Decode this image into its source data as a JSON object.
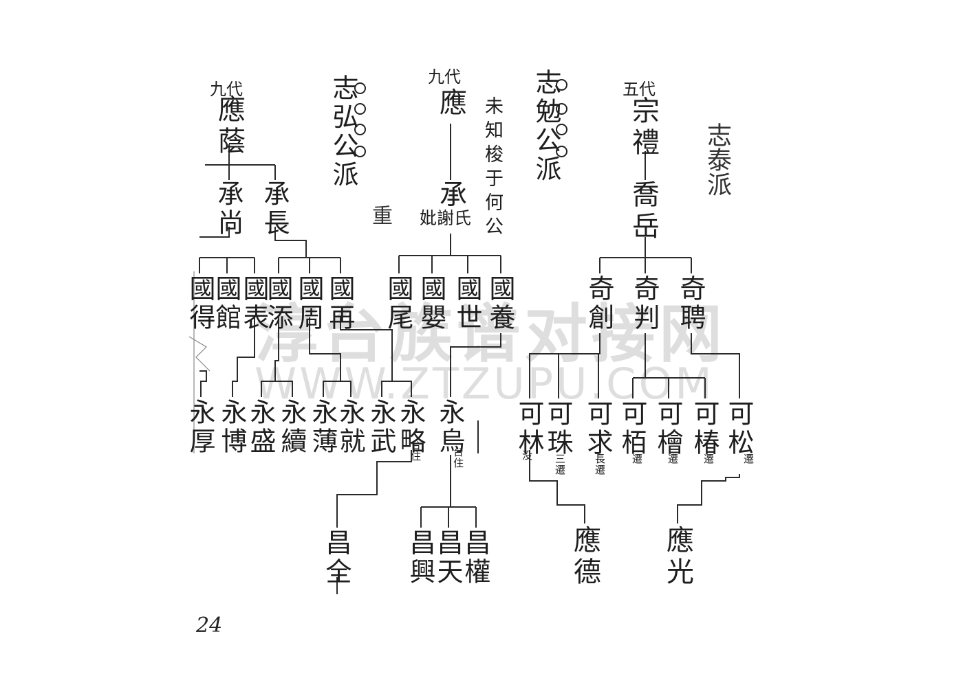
{
  "page_number": "24",
  "watermark": {
    "chinese": "淳台族谱对接网",
    "url": "WWW.ZTZUPU.COM"
  },
  "side_labels": {
    "branch_right": "志泰派",
    "mark_middle": "重"
  },
  "right_branch": {
    "gen_label": "五代",
    "root": "宗禮",
    "child": "喬岳",
    "sons": [
      "奇聘",
      "奇判",
      "奇創"
    ],
    "grandsons": [
      {
        "name": "可松",
        "note": "遷"
      },
      {
        "name": "可椿",
        "note": "遷"
      },
      {
        "name": "可檜",
        "note": "遷"
      },
      {
        "name": "可栢",
        "note": "遷"
      },
      {
        "name": "可求",
        "note": "長遷"
      },
      {
        "name": "可珠",
        "note": "三遷"
      },
      {
        "name": "可林",
        "note": "没"
      }
    ],
    "great_grandsons": [
      "應光",
      "應德"
    ]
  },
  "zhimian": {
    "label": "志勉公派"
  },
  "middle_branch": {
    "gen_label": "九代",
    "root": "應",
    "note": "未知梭于何公",
    "child": "承",
    "child_wife": "妣謝氏",
    "sons": [
      "國養",
      "國世",
      "國嬰",
      "國尾"
    ],
    "grandson": {
      "name": "永烏",
      "note": "台住"
    },
    "great_grandsons": [
      "昌權",
      "昌天",
      "昌興"
    ]
  },
  "zhihong": {
    "label": "志弘公派"
  },
  "left_branch": {
    "gen_label": "九代",
    "root": "應蔭",
    "sons": [
      "承長",
      "承尚"
    ],
    "grandsons_of_chang": [
      "國再",
      "國周",
      "國添"
    ],
    "grandsons_of_shang": [
      "國表",
      "國館",
      "國得"
    ],
    "great_grandsons": [
      {
        "name": "永略",
        "note": "台住"
      },
      {
        "name": "永武",
        "note": ""
      },
      {
        "name": "永就",
        "note": ""
      },
      {
        "name": "永薄",
        "note": ""
      },
      {
        "name": "永續",
        "note": ""
      },
      {
        "name": "永盛",
        "note": ""
      },
      {
        "name": "永博",
        "note": ""
      },
      {
        "name": "永厚",
        "note": ""
      }
    ],
    "descendant": "昌全"
  }
}
